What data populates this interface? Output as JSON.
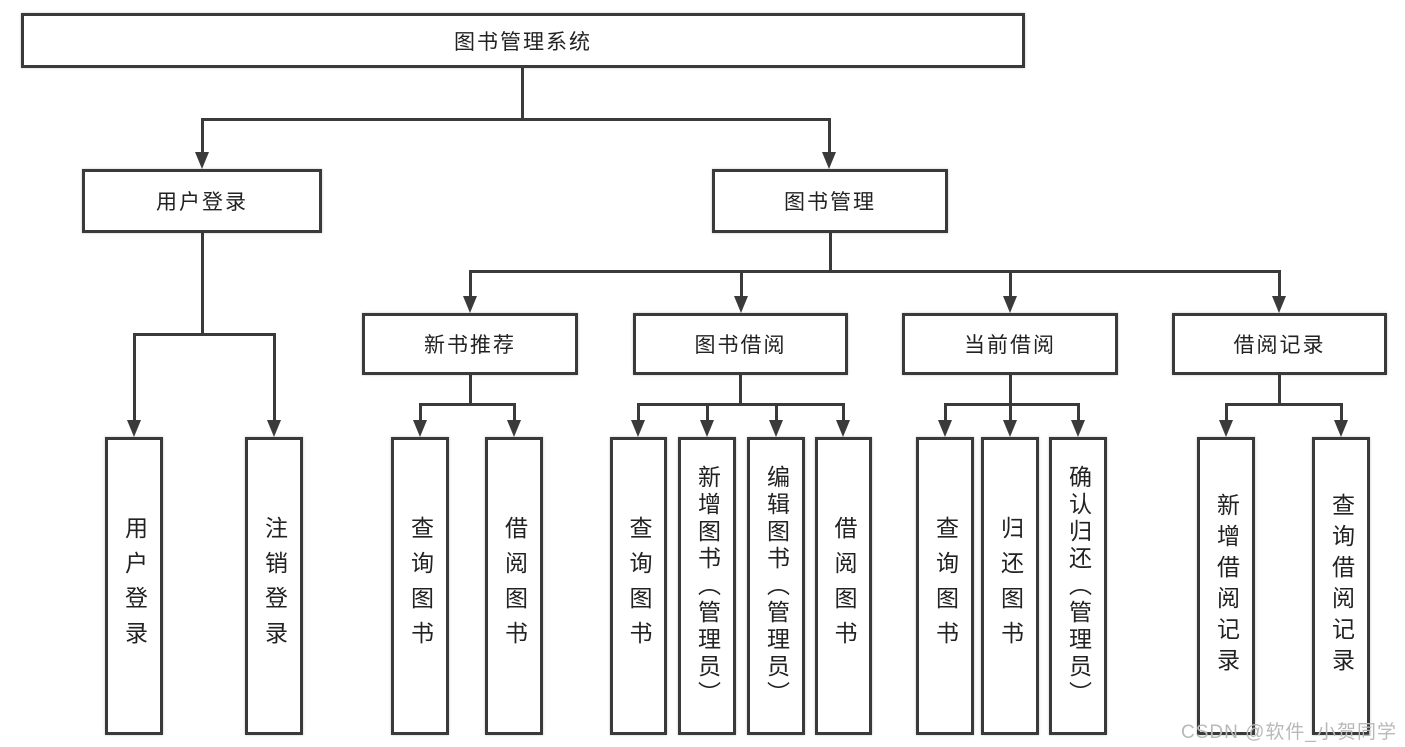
{
  "colors": {
    "line": "#3a3a3a",
    "box_border": "#3a3a3a",
    "box_background": "#ffffff",
    "text": "#222222",
    "watermark": "#b9b9b9"
  },
  "diagram": {
    "root": {
      "label": "图书管理系统"
    },
    "user_login": {
      "label": "用户登录",
      "children": {
        "login": {
          "label": "用户登录"
        },
        "logout": {
          "label": "注销登录"
        }
      }
    },
    "book_management": {
      "label": "图书管理",
      "children": {
        "new_book_recommend": {
          "label": "新书推荐",
          "children": {
            "query_book": {
              "label": "查询图书"
            },
            "borrow_book": {
              "label": "借阅图书"
            }
          }
        },
        "book_borrow": {
          "label": "图书借阅",
          "children": {
            "query_book": {
              "label": "查询图书"
            },
            "add_book": {
              "label": "新增图书（管理员）"
            },
            "edit_book": {
              "label": "编辑图书（管理员）"
            },
            "borrow_book": {
              "label": "借阅图书"
            }
          }
        },
        "current_borrow": {
          "label": "当前借阅",
          "children": {
            "query_book": {
              "label": "查询图书"
            },
            "return_book": {
              "label": "归还图书"
            },
            "confirm_return": {
              "label": "确认归还（管理员）"
            }
          }
        },
        "borrow_record": {
          "label": "借阅记录",
          "children": {
            "add_record": {
              "label": "新增借阅记录"
            },
            "query_record": {
              "label": "查询借阅记录"
            }
          }
        }
      }
    }
  },
  "watermark": {
    "text": "CSDN @软件_小贺同学"
  }
}
